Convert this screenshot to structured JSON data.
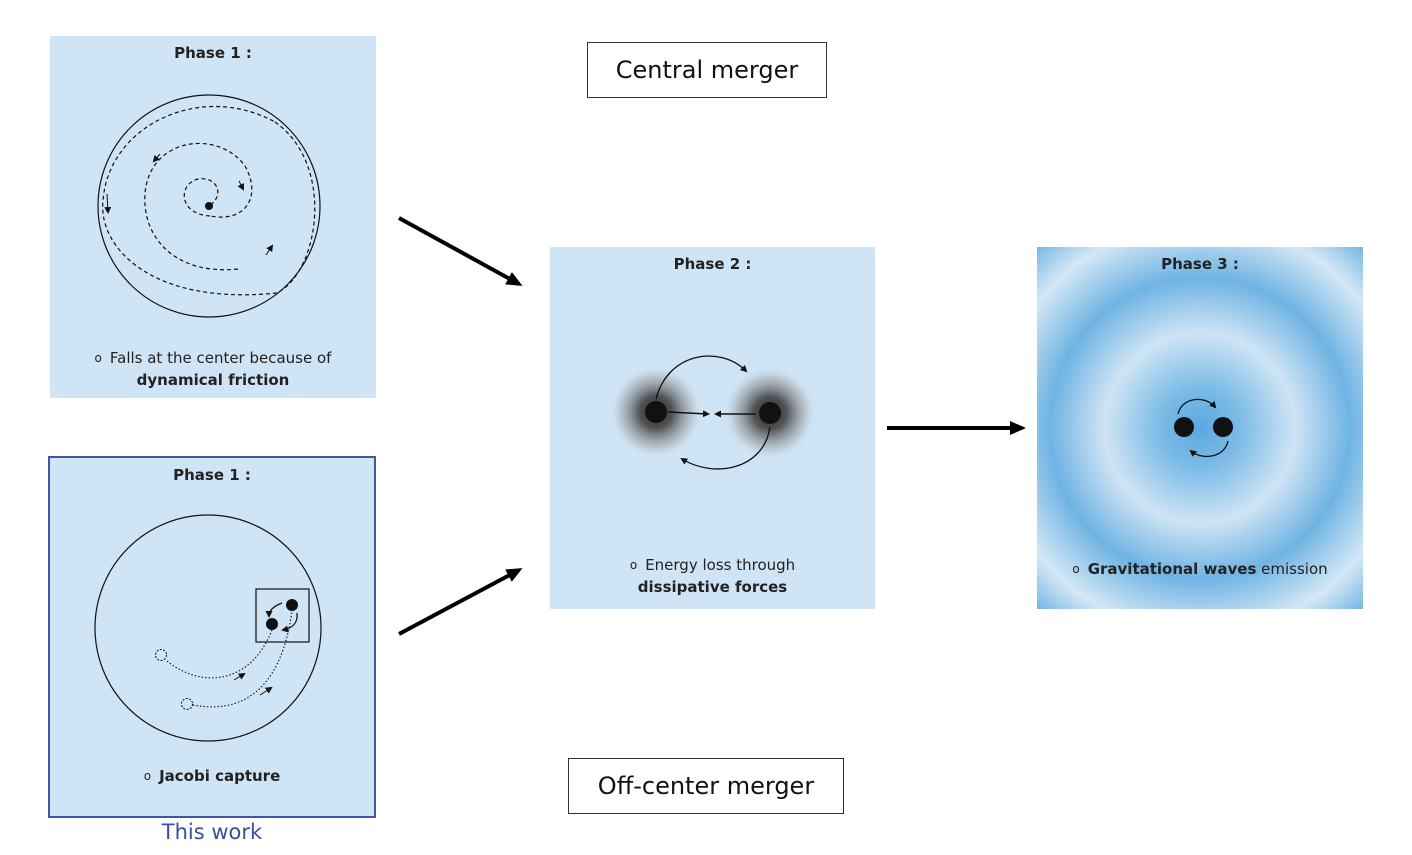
{
  "colors": {
    "panel": "#cfe4f5",
    "highlight_border": "#3f56a7",
    "this_work_text": "#3a4e9e",
    "phase3_blue": "#5aa8df"
  },
  "central": {
    "label": "Central merger",
    "phase_title": "Phase 1 :",
    "caption_line1": "Falls at the center because of",
    "caption_line2": "dynamical friction"
  },
  "offcenter": {
    "label": "Off-center merger",
    "phase_title": "Phase 1 :",
    "caption": "Jacobi capture",
    "this_work": "This work"
  },
  "phase2": {
    "title": "Phase 2 :",
    "caption_line1": "Energy loss through",
    "caption_line2": "dissipative forces"
  },
  "phase3": {
    "title": "Phase 3 :",
    "caption_bold": "Gravitational waves",
    "caption_rest": " emission"
  },
  "bullet": "o"
}
